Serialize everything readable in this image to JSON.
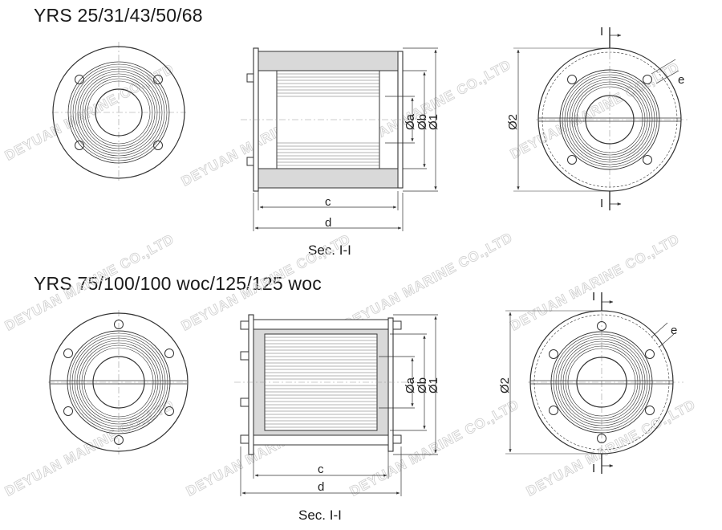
{
  "titles": {
    "top": "YRS 25/31/43/50/68",
    "bottom": "YRS 75/100/100 woc/125/125 woc"
  },
  "section_label": "Sec. I-I",
  "dimensions": {
    "a": "Øa",
    "b": "Øb",
    "one": "Ø1",
    "two": "Ø2",
    "c": "c",
    "d": "d",
    "e": "e",
    "cut": "I"
  },
  "watermark": "DEYUAN MARINE CO.,LTD",
  "colors": {
    "line": "#333333",
    "fill_gray": "#d9d9d9",
    "watermark": "#d2d2d2"
  }
}
